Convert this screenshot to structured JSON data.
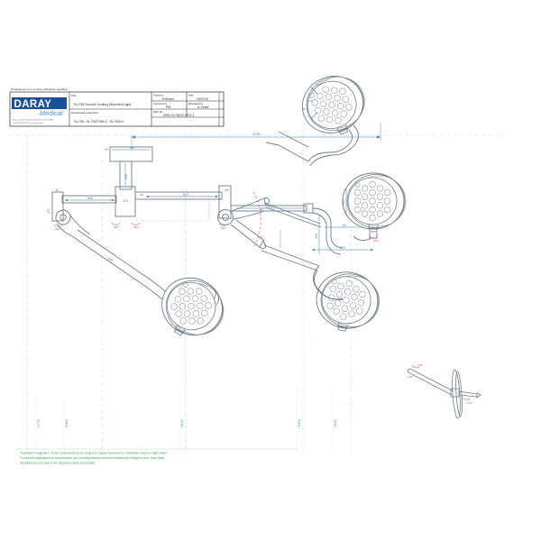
{
  "sheet": {
    "background": "#ffffff",
    "line_color": "#6f7d86",
    "dim_blue": "#3d7fb5",
    "dim_pink": "#e0479a",
    "note_green": "#3fa05a",
    "logo_blue": "#1b4f99",
    "border_color": "#2b2b2b"
  },
  "title_block": {
    "above_note": "Dimensions in mm unless otherwise specified",
    "logo": {
      "brand": "DARAY",
      "trademark": "®",
      "sub": "Medical",
      "address_line1": "Wessex Drive, Witney, Oxfordshire OX13 3EA",
      "address_line2": "Tel 0333 321 9871  www.daray.com"
    },
    "fields": [
      {
        "label": "Title",
        "value": "SL730 Double Ceiling Mounted Light"
      },
      {
        "label": "Associated product(s)",
        "value": "SL730, SL730/730LC, SL730LC"
      },
      {
        "label": "Drawn by",
        "value": "R.Brown"
      },
      {
        "label": "Date",
        "value": "15/07/15"
      },
      {
        "label": "Approved by",
        "value": "PW"
      },
      {
        "label": "Witnessed by",
        "value": "N.Jones"
      },
      {
        "label": "DRG No.",
        "value": "DRG.SL730DC.0711.2"
      }
    ]
  },
  "footer_note": {
    "line1": "*Installation suggestion. These measurements are subject to change dependent on installation height or light model.",
    "line2": "For specific applications or environments, the mounting bracket should be installed at a height so that, when fitted,",
    "line3": "the lighthead is as near to the required position as possible."
  },
  "dimensions": {
    "overall_span": "2135",
    "ceiling_plate_width": "190",
    "ceiling_plate_left": "50",
    "drop_tube": "500",
    "hub_height": "110",
    "right_arm": "620",
    "right_arm_offset": "38",
    "left_arm": "480",
    "left_bracket_top": "35",
    "left_bracket_side": "175",
    "right_bracket": "150",
    "spring_arm": "590",
    "lower_arm_right": "440",
    "vertical_drop": "350",
    "head_offset": "197",
    "head_base": "530",
    "head_dia": "300",
    "rotation_360_a": "360°",
    "rotation_360_b": "360°",
    "rotation_360_c": "360°",
    "rotation_360_d": "360°",
    "joint_angle_upper": "40°",
    "joint_angle_lower": "40°",
    "head_tilt_left": "45°",
    "head_tilt_right": "45°",
    "detail_angle_a": "180°",
    "detail_angle_b": "120°",
    "head_pin_dim": "220"
  },
  "floor_marks": [
    {
      "label": "*2775"
    },
    {
      "label": "*1980"
    },
    {
      "label": "*2100"
    },
    {
      "label": "*1620"
    },
    {
      "label": "*1130"
    }
  ],
  "light_heads": [
    {
      "name": "head-top-right",
      "led_count": 21
    },
    {
      "name": "head-mid-right",
      "led_count": 21
    },
    {
      "name": "head-bottom-left",
      "led_count": 21
    },
    {
      "name": "head-bottom-right",
      "led_count": 21
    }
  ]
}
